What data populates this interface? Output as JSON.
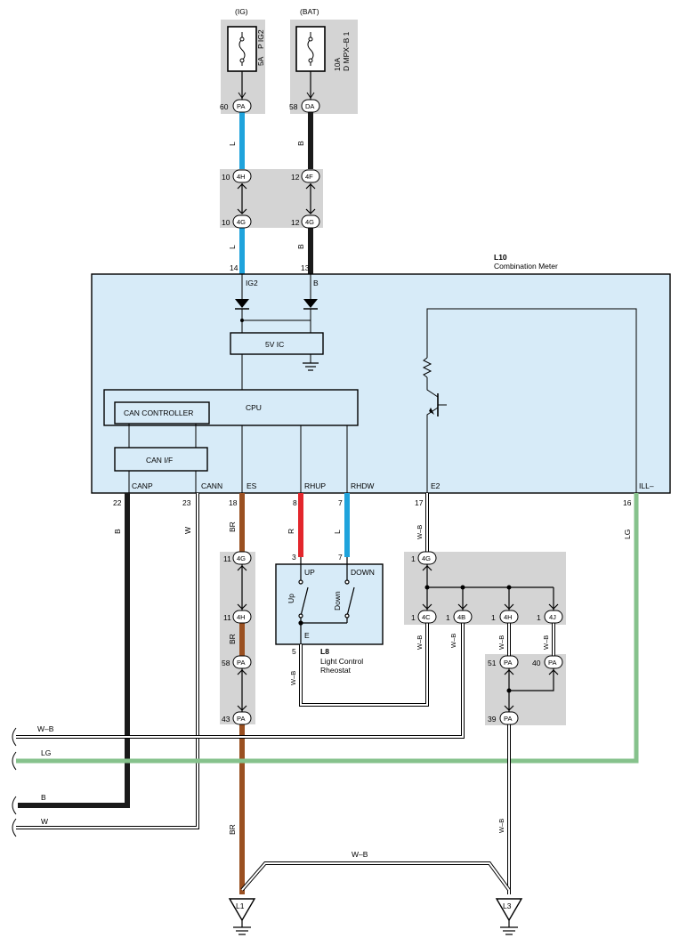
{
  "colors": {
    "meter_fill": "#d7ebf8",
    "panel_gray": "#d4d4d4",
    "wire_L": "#1fa3dc",
    "wire_B": "#1a1a1a",
    "wire_BR": "#9a5021",
    "wire_R": "#e3262c",
    "wire_LG": "#86c28c"
  },
  "fuses": {
    "ig": {
      "source": "(IG)",
      "rating": "5A",
      "name": "P IG2",
      "pin": "60",
      "connector": "PA"
    },
    "bat": {
      "source": "(BAT)",
      "rating": "10A",
      "name": "D MPX–B 1",
      "pin": "58",
      "connector": "DA"
    }
  },
  "inline_connectors": {
    "c4H_top": {
      "pin": "10",
      "id": "4H"
    },
    "c4F": {
      "pin": "12",
      "id": "4F"
    },
    "c4G_top": {
      "pin": "10",
      "id": "4G"
    },
    "c4G_top2": {
      "pin": "12",
      "id": "4G"
    },
    "c4G_mid": {
      "pin": "11",
      "id": "4G"
    },
    "c4H_mid": {
      "pin": "11",
      "id": "4H"
    },
    "cPA58": {
      "pin": "58",
      "id": "PA"
    },
    "cPA43": {
      "pin": "43",
      "id": "PA"
    },
    "c4G_e2": {
      "pin": "1",
      "id": "4G"
    },
    "c4C": {
      "pin": "1",
      "id": "4C"
    },
    "c4B": {
      "pin": "1",
      "id": "4B"
    },
    "c4H_r": {
      "pin": "1",
      "id": "4H"
    },
    "c4J": {
      "pin": "1",
      "id": "4J"
    },
    "cPA51": {
      "pin": "51",
      "id": "PA"
    },
    "cPA40": {
      "pin": "40",
      "id": "PA"
    },
    "cPA39": {
      "pin": "39",
      "id": "PA"
    }
  },
  "wire_labels": {
    "L_top": "L",
    "B_top": "B",
    "L_mid": "L",
    "B_mid": "B",
    "B_canp": "B",
    "W_cann": "W",
    "BR_es": "BR",
    "R_rhup": "R",
    "L_rhdw": "L",
    "WB_e2": "W–B",
    "LG_ill": "LG",
    "BR_1": "BR",
    "BR_2": "BR",
    "BR_3": "BR",
    "WB_4C": "W–B",
    "WB_4H": "W–B",
    "WB_4J": "W–B",
    "WB_rheo": "W–B",
    "WB_left": "W–B",
    "LG_left": "LG",
    "B_left": "B",
    "W_left": "W",
    "WB_bottom": "W–B",
    "WB_right": "W–B"
  },
  "meter": {
    "code": "L10",
    "name": "Combination Meter",
    "ig2_pin": "14",
    "b_pin": "13",
    "ig2_label": "IG2",
    "b_label": "B",
    "ic_label": "5V IC",
    "cpu_label": "CPU",
    "can_controller_label": "CAN CONTROLLER",
    "can_if_label": "CAN I/F",
    "terminals": {
      "canp": "CANP",
      "cann": "CANN",
      "es": "ES",
      "rhup": "RHUP",
      "rhdw": "RHDW",
      "e2": "E2",
      "ill": "ILL–"
    },
    "pins": {
      "canp": "22",
      "cann": "23",
      "es": "18",
      "rhup": "8",
      "rhdw": "7",
      "e2": "17",
      "ill": "16"
    }
  },
  "rheostat": {
    "code": "L8",
    "name_line1": "Light Control",
    "name_line2": "Rheostat",
    "up_label": "UP",
    "down_label": "DOWN",
    "up_sw": "Up",
    "down_sw": "Down",
    "e_label": "E",
    "pin_up": "3",
    "pin_down": "7",
    "pin_e": "5"
  },
  "grounds": {
    "left": "L1",
    "right": "L3"
  }
}
